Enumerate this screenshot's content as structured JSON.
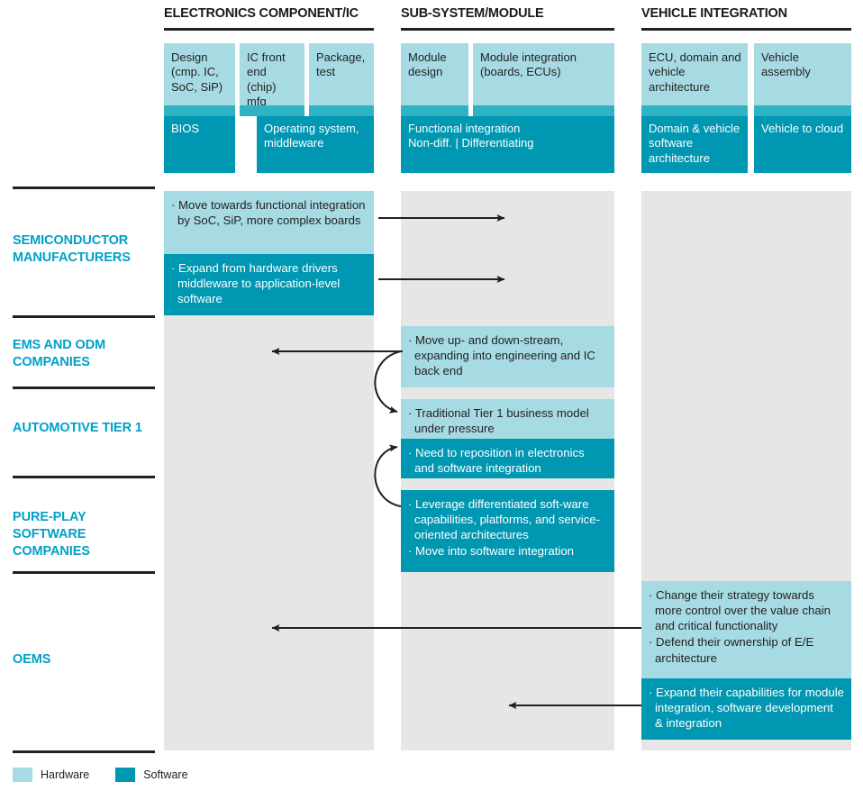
{
  "groups": [
    {
      "title": "ELECTRONICS COMPONENT/IC"
    },
    {
      "title": "SUB-SYSTEM/MODULE"
    },
    {
      "title": "VEHICLE INTEGRATION"
    }
  ],
  "value_chain": {
    "hardware": [
      {
        "label": "Design (cmp. IC, SoC, SiP)"
      },
      {
        "label": "IC front end (chip) mfg"
      },
      {
        "label": "Package, test"
      },
      {
        "label": "Module design"
      },
      {
        "label": "Module integration (boards, ECUs)"
      },
      {
        "label": "ECU, domain and vehicle architecture"
      },
      {
        "label": "Vehicle assembly"
      }
    ],
    "software": [
      {
        "label": "BIOS"
      },
      {
        "label": "Operating system, middleware"
      },
      {
        "label": "Functional integration\nNon-diff. | Differentiating"
      },
      {
        "label": "Domain & vehicle software architecture"
      },
      {
        "label": "Vehicle to cloud"
      }
    ]
  },
  "rows": [
    {
      "label": "SEMICONDUCTOR MANUFACTURERS"
    },
    {
      "label": "EMS AND ODM COMPANIES"
    },
    {
      "label": "AUTOMOTIVE TIER 1"
    },
    {
      "label": "PURE-PLAY SOFTWARE COMPANIES"
    },
    {
      "label": "OEMS"
    }
  ],
  "content": {
    "semi_hw": [
      "Move towards functional integration by SoC, SiP, more complex boards"
    ],
    "semi_sw": [
      "Expand from hardware drivers middleware to application-level software"
    ],
    "ems_hw": [
      "Move up- and down-stream, expanding into engineering and IC back end"
    ],
    "tier1_hw": [
      "Traditional Tier 1 business model under pressure"
    ],
    "tier1_sw": [
      "Need to reposition in electronics and software integration"
    ],
    "pureplay_sw": [
      "Leverage differentiated soft-ware capabilities, platforms, and service-oriented architectures",
      "Move into software integration"
    ],
    "oem_hw": [
      "Change their strategy towards more control over the value chain and critical functionality",
      "Defend their ownership of E/E architecture"
    ],
    "oem_sw": [
      "Expand their capabilities for module integration, software development & integration"
    ]
  },
  "legend": [
    {
      "label": "Hardware",
      "color": "#a6dbe3"
    },
    {
      "label": "Software",
      "color": "#0097b2"
    }
  ],
  "colors": {
    "hardware": "#a6dbe3",
    "software": "#0097b2",
    "mid": "#2fb3c4",
    "accent": "#00a0c6",
    "lane": "#e6e6e6",
    "rule": "#231f20"
  }
}
